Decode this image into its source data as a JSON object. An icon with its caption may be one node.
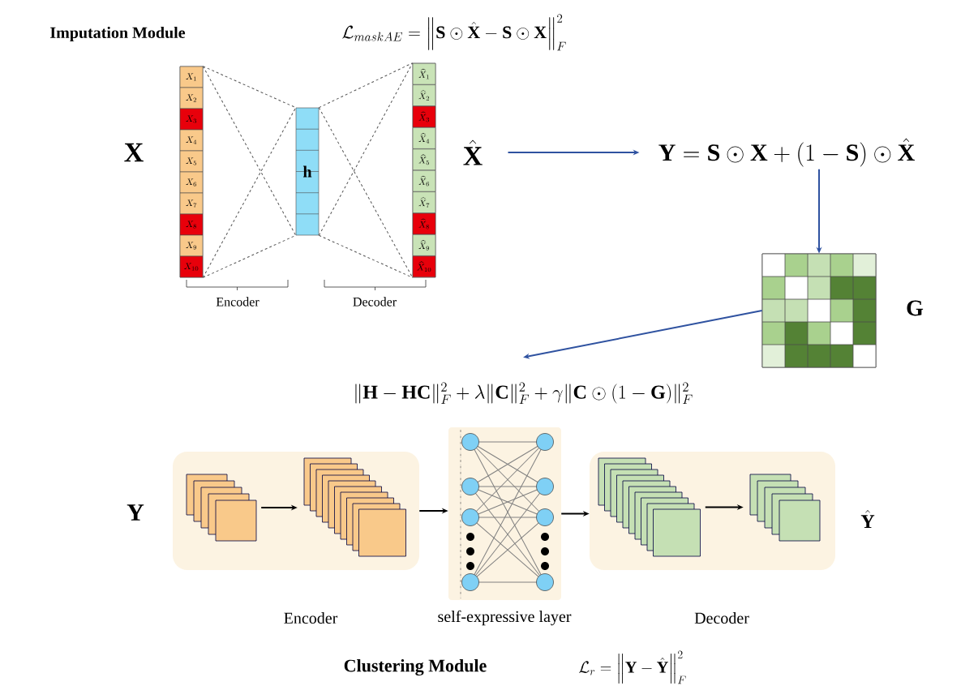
{
  "diagram": {
    "nodes": [
      {
        "text": [
          "X_{1}",
          "X_{2}",
          "X_{3}",
          "X_{4}",
          "X_{5}",
          "X_{6}",
          "X_{7}",
          "X_{8}",
          "X_{9}",
          "X_{10}"
        ]
      },
      {
        "text": [
          "\\mathbf{h}"
        ]
      },
      {
        "text": [
          "\\widehat{X}_{1}",
          "\\widehat{X}_{2}",
          "\\widehat{X}_{3}",
          "\\widehat{X}_{4}",
          "\\widehat{X}_{5}",
          "\\widehat{X}_{6}",
          "\\widehat{X}_{7}",
          "\\widehat{X}_{8}",
          "\\widehat{X}_{9}",
          "\\widehat{X}_{10}"
        ]
      },
      {
        "text": [
          "\\hat{\\mathbf{X}}"
        ]
      },
      {
        "text": [
          "\\mathbf{Y}=\\mathbf{S}\\odot\\mathbf{X}+(1-\\mathbf{S})\\odot\\hat{\\mathbf{X}}"
        ]
      },
      {
        "text": [],
        "shape": "box",
        "beside": [
          "\\mathbf{G}"
        ]
      },
      {
        "text": [
          "\\|\\mathbf{H}-\\mathbf{HC}\\|_F^2+\\lambda\\|\\mathbf{C}\\|_F^2+\\gamma\\|\\mathbf{C}\\odot(1-\\mathbf{G})\\|_F^2"
        ]
      },
      {
        "text": [
          "Encoder"
        ]
      },
      {
        "text": [],
        "shape": "box",
        "in": 7
      },
      {
        "text": [],
        "shape": "box",
        "in": 7
      },
      {
        "text": [
          "self-expressive layer"
        ]
      },
      {
        "text": [
          "Decoder"
        ]
      },
      {
        "text": [],
        "shape": "box",
        "in": 11
      },
      {
        "text": [],
        "shape": "box",
        "in": 11
      }
    ],
    "edges": [
      {
        "from": 0,
        "to": 1,
        "arrow": "none",
        "style": "dashed",
        "color": "#555555"
      },
      {
        "from": 0,
        "to": 1,
        "arrow": "none",
        "style": "dashed",
        "color": "#555555"
      },
      {
        "from": 0,
        "to": 1,
        "arrow": "none",
        "style": "dashed",
        "color": "#555555"
      },
      {
        "from": 0,
        "to": 1,
        "arrow": "none",
        "style": "dashed",
        "color": "#555555"
      },
      {
        "from": 1,
        "to": 2,
        "arrow": "none",
        "style": "dashed",
        "color": "#555555"
      },
      {
        "from": 1,
        "to": 2,
        "arrow": "none",
        "style": "dashed",
        "color": "#555555"
      },
      {
        "from": 1,
        "to": 2,
        "arrow": "none",
        "style": "dashed",
        "color": "#555555"
      },
      {
        "from": 1,
        "to": 2,
        "arrow": "none",
        "style": "dashed",
        "color": "#555555"
      },
      {
        "from": 3,
        "to": 4,
        "arrow": "to",
        "color": "#2f52a0"
      },
      {
        "from": 4,
        "to": 5,
        "arrow": "to",
        "color": "#2f52a0"
      },
      {
        "from": 5,
        "to": 6,
        "arrow": "to",
        "color": "#2f52a0"
      },
      {
        "from": 8,
        "to": 9,
        "arrow": "to"
      },
      {
        "from": 7,
        "to": 10,
        "arrow": "to"
      },
      {
        "from": 10,
        "to": 11,
        "arrow": "to"
      },
      {
        "from": 12,
        "to": 13,
        "arrow": "to"
      }
    ],
    "labels": [
      "Imputation Module",
      "\\mathcal{L}_{maskAE}=\\left\\|\\mathbf{S}\\odot\\hat{\\mathbf{X}}-\\mathbf{S}\\odot\\mathbf{X}\\right\\|_F^2",
      "\\mathbf{X}",
      "Encoder",
      "Decoder",
      "\\mathbf{Y}",
      "\\hat{\\mathbf{Y}}",
      "Clustering Module",
      "\\mathcal{L}_r=\\left\\|\\mathbf{Y}-\\hat{\\mathbf{Y}}\\right\\|_F^2"
    ]
  }
}
